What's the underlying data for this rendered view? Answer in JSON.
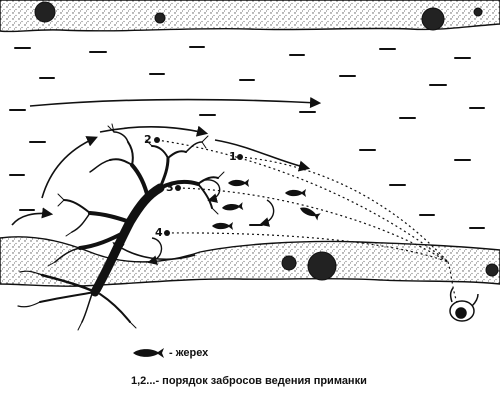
{
  "cast_labels": [
    "1",
    "2",
    "3",
    "4"
  ],
  "legend": {
    "fish_text": "- жерех",
    "order_text": "1,2...- порядок забросов ведения приманки"
  }
}
